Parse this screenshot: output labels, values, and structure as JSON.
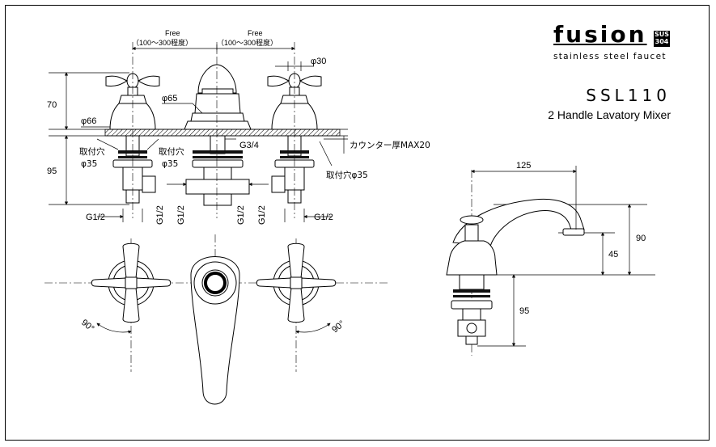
{
  "brand": {
    "logo_text": "fusion",
    "logo_badge": "SUS 304",
    "tagline": "stainless steel faucet"
  },
  "product": {
    "model": "SSL110",
    "name": "2 Handle Lavatory Mixer"
  },
  "front_view": {
    "spacing_left_label": "Free",
    "spacing_left_range": "（100～300程度）",
    "spacing_right_label": "Free",
    "spacing_right_range": "（100～300程度）",
    "handle_dia": "φ30",
    "spout_dia": "φ65",
    "base_dia": "φ66",
    "height_above": "70",
    "height_below": "95",
    "thread_center": "G3/4",
    "counter_note": "カウンター厚MAX20",
    "hole_left_label": "取付穴",
    "hole_left_dia": "φ35",
    "hole_mid_label": "取付穴",
    "hole_mid_dia": "φ35",
    "hole_right": "取付穴φ35",
    "conn_left": "G1/2",
    "conn_right": "G1/2",
    "conn_v1": "G1/2",
    "conn_v2": "G1/2",
    "conn_v3": "G1/2",
    "conn_v4": "G1/2"
  },
  "top_view": {
    "angle_left": "90°",
    "angle_right": "90°"
  },
  "side_view": {
    "reach": "125",
    "height_total": "90",
    "height_outlet": "45",
    "height_below": "95"
  }
}
